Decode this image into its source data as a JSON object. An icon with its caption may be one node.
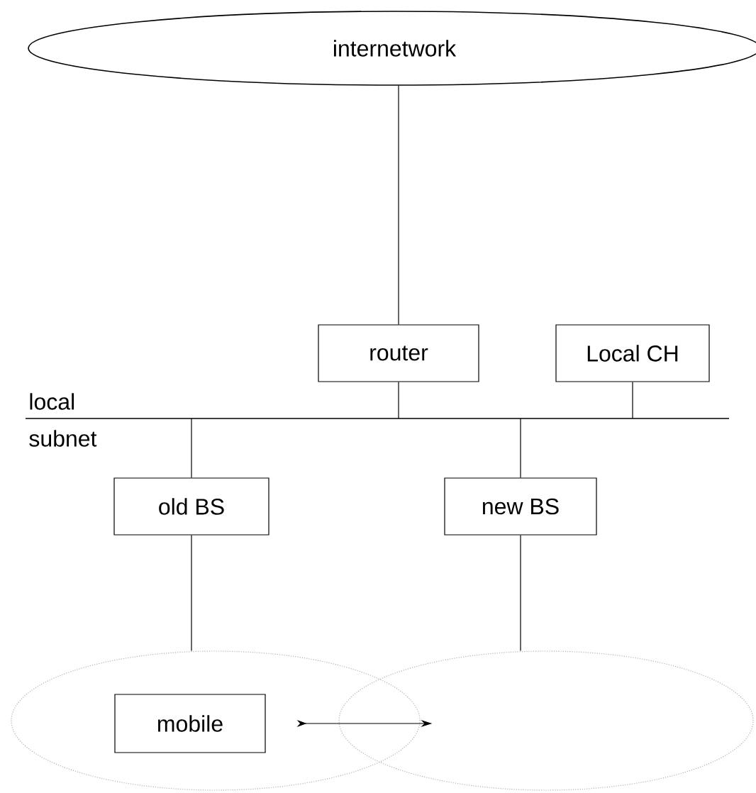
{
  "diagram": {
    "nodes": [
      {
        "text": [
          "internetwork"
        ]
      },
      {
        "text": [
          "router"
        ]
      },
      {
        "text": [
          "Local CH"
        ]
      },
      {
        "text": [],
        "shape": "bar",
        "beside": [
          "local",
          "subnet"
        ]
      },
      {
        "text": [
          "old BS"
        ]
      },
      {
        "text": [
          "new BS"
        ]
      },
      {
        "text": [],
        "shape": "circle"
      },
      {
        "text": [],
        "shape": "circle"
      },
      {
        "text": [
          "mobile"
        ],
        "in": 6
      }
    ],
    "edges": [
      {
        "from": 0,
        "to": 1,
        "arrow": "none"
      },
      {
        "from": 1,
        "to": 3,
        "arrow": "none"
      },
      {
        "from": 2,
        "to": 3,
        "arrow": "none"
      },
      {
        "from": 3,
        "to": 4,
        "arrow": "none"
      },
      {
        "from": 3,
        "to": 5,
        "arrow": "none"
      },
      {
        "from": 4,
        "to": 6,
        "arrow": "none"
      },
      {
        "from": 5,
        "to": 7,
        "arrow": "none"
      },
      {
        "from": 8,
        "to": 7,
        "arrow": "to"
      }
    ]
  }
}
